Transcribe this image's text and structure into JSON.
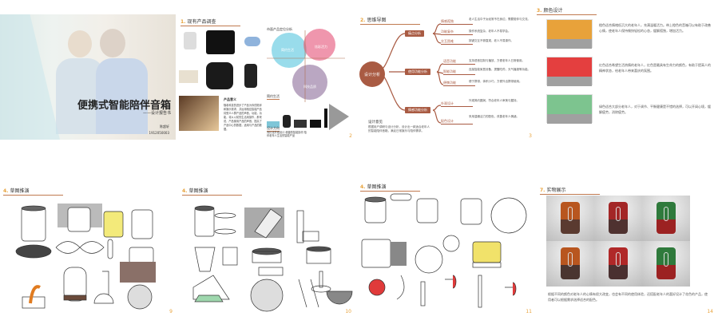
{
  "cover": {
    "title": "便携式智能陪伴音箱",
    "subtitle": "——设计报告书",
    "author": "陈超轩",
    "student_id": "1912050003"
  },
  "slide2": {
    "header_num": "1.",
    "header": "现有产品调查",
    "positioning": "市面产品定位分析",
    "quad_labels": [
      "简约生活",
      "炫彩活力",
      "科技品质"
    ],
    "meaning_title": "产品意义",
    "meaning_text": "随着科技的进步了产品为你的陪伴和娱乐需求，并运用相应智能产品将受众人群产品的声音，功能，功能，将从以前的生活用操作，那来说，产品使用产品的声音，提高了产品中心的数据，适用与产品的数据。",
    "trend_title": "简约生活",
    "design_title": "设计方向",
    "design_text": "简约化外观设计 便捷的智能操作 陪伴老年人生活的智能产品",
    "page": "2"
  },
  "slide3": {
    "header_num": "2.",
    "header": "思维导图",
    "center": "设计分析",
    "branches": [
      "痛点分析",
      "使用功能分析",
      "情感功能分析"
    ],
    "leaves": [
      "情感孤独",
      "功能复杂",
      "交互困难",
      "语音功能",
      "智能功能",
      "便携功能",
      "外观设计",
      "配色设计"
    ],
    "leaf_desc": [
      "老人生活中子女经常不在身边，需要陪伴与交流。",
      "操作系统复杂，老年人不易学会。",
      "按键交互不够直观，老人不易操作。",
      "支持语音控制与播放，方便老年人日常使用。",
      "连接智能家居设备，提醒吃药，天气播报等功能。",
      "便于携带，体积小巧，方便外出携带使用。",
      "外观简约圆润，符合老年人审美与握持。",
      "采用温暖活力的配色，改善老年人情绪。"
    ],
    "note_title": "设计意见",
    "note_text": "根据用户调研与设计分析，设计出一款适合老年人的智能陪伴音箱，满足日常娱乐与陪伴需求。",
    "page": "3"
  },
  "slide4": {
    "header_num": "3.",
    "header": "颜色设计",
    "swatches": [
      {
        "color": "#e8a23a",
        "text": "橙色适合情绪低沉大的老年人，充满温暖活力。带上橙色的音箱可以有助于改善心情，使老年人保持愉快轻松的心态，缓解孤独，增加活力。"
      },
      {
        "color": "#e43f3f",
        "text": "红色适合希望生活热情的老年人，红色是最具有生命力的颜色，有助于提高人的精神状态，给老年人带来喜庆的氛围。"
      },
      {
        "color": "#7dc48f",
        "text": "绿色适合大部分老年人，对于调节、平衡健康是不错的选择，可以开阔心境，缓解疲劳，消除疲劳。"
      }
    ]
  },
  "slide5": {
    "header_num": "4.",
    "header": "草图推演",
    "page": "9"
  },
  "slide6": {
    "header_num": "4.",
    "header": "草图推演",
    "page": "10"
  },
  "slide7": {
    "header_num": "4.",
    "header": "草图推演",
    "page": "11"
  },
  "slide8": {
    "header_num": "7.",
    "header": "实物展示",
    "caption": "根据不同的颜色对老年人的心情有很大改变，也会有不同的使用体验，还搭配老年人的喜好设计了花色的产品，使用者可以根据需求选择适合的配色。",
    "page": "14",
    "products": [
      {
        "top": "#b8561f",
        "bottom": "#5a3a30"
      },
      {
        "top": "#a32626",
        "bottom": "#4f3230"
      },
      {
        "top": "#2f7a3c",
        "bottom": "#9c2222"
      },
      {
        "top": "#b8561f",
        "bottom": "#4a3530"
      },
      {
        "top": "#b02828",
        "bottom": "#4a3030"
      },
      {
        "top": "#2f7a3c",
        "bottom": "#9c2222"
      }
    ]
  }
}
